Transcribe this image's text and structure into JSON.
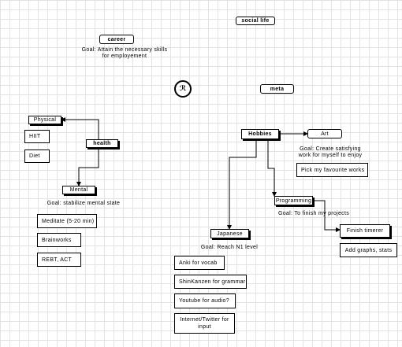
{
  "nodes": {
    "social_life": "social life",
    "career": "career",
    "career_goal": "Goal: Attain the necessary skills\nfor employement",
    "center": "ℛ",
    "meta": "meta",
    "physical": "Physical",
    "hiit": "HIIT",
    "diet": "Diet",
    "health": "health",
    "mental": "Mental",
    "mental_goal": "Goal: stabilize mental state",
    "meditate": "Meditate (5-20 min)",
    "brainworks": "Brainworks",
    "rebt_act": "REBT, ACT",
    "hobbies": "Hobbies",
    "art": "Art",
    "art_goal": "Goal: Create satisfying\nwork for myself to enjoy",
    "pick_works": "Pick my favourite works",
    "programming": "Programming",
    "programming_goal": "Goal: To finish my projects",
    "finish_timerer": "Finish timerer",
    "add_graphs": "Add graphs, stats",
    "japanese": "Japanese",
    "japanese_goal": "Goal: Reach N1 level",
    "anki": "Anki for vocab",
    "shinkanzen": "ShinKanzen for grammar",
    "youtube": "Youtube for audio?",
    "internet_twitter": "Internet/Twitter for\ninput"
  }
}
